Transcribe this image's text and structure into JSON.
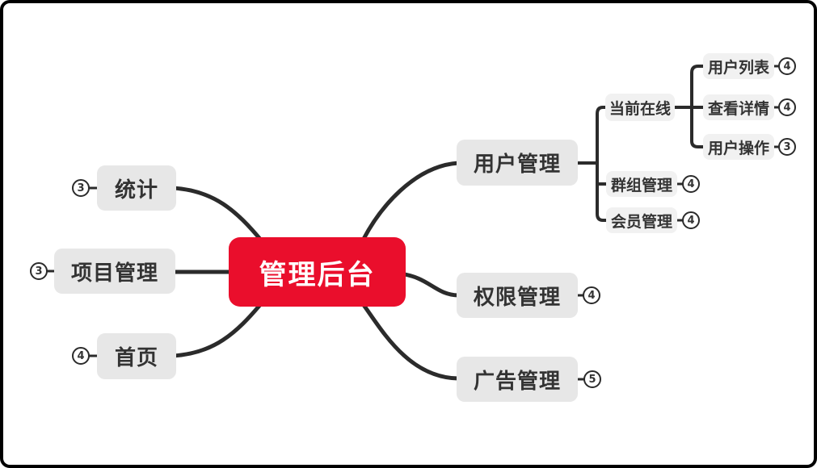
{
  "mindmap": {
    "root": {
      "label": "管理后台"
    },
    "left": {
      "stats": {
        "label": "统计",
        "badge": "3"
      },
      "project": {
        "label": "项目管理",
        "badge": "3"
      },
      "home": {
        "label": "首页",
        "badge": "4"
      }
    },
    "right": {
      "user": {
        "label": "用户管理",
        "children": {
          "online": {
            "label": "当前在线",
            "children": {
              "user_list": {
                "label": "用户列表",
                "badge": "4"
              },
              "view_detail": {
                "label": "查看详情",
                "badge": "4"
              },
              "user_ops": {
                "label": "用户操作",
                "badge": "3"
              }
            }
          },
          "group": {
            "label": "群组管理",
            "badge": "4"
          },
          "member": {
            "label": "会员管理",
            "badge": "4"
          }
        }
      },
      "perm": {
        "label": "权限管理",
        "badge": "4"
      },
      "ad": {
        "label": "广告管理",
        "badge": "5"
      }
    }
  },
  "colors": {
    "root_bg": "#ea0e2c",
    "root_text": "#ffffff",
    "topic_bg": "#e7e7e7",
    "subtopic_bg": "#f1f1f1",
    "topic_text": "#333333",
    "line": "#2b2b2b",
    "canvas_bg": "#ffffff",
    "frame": "#000000"
  }
}
